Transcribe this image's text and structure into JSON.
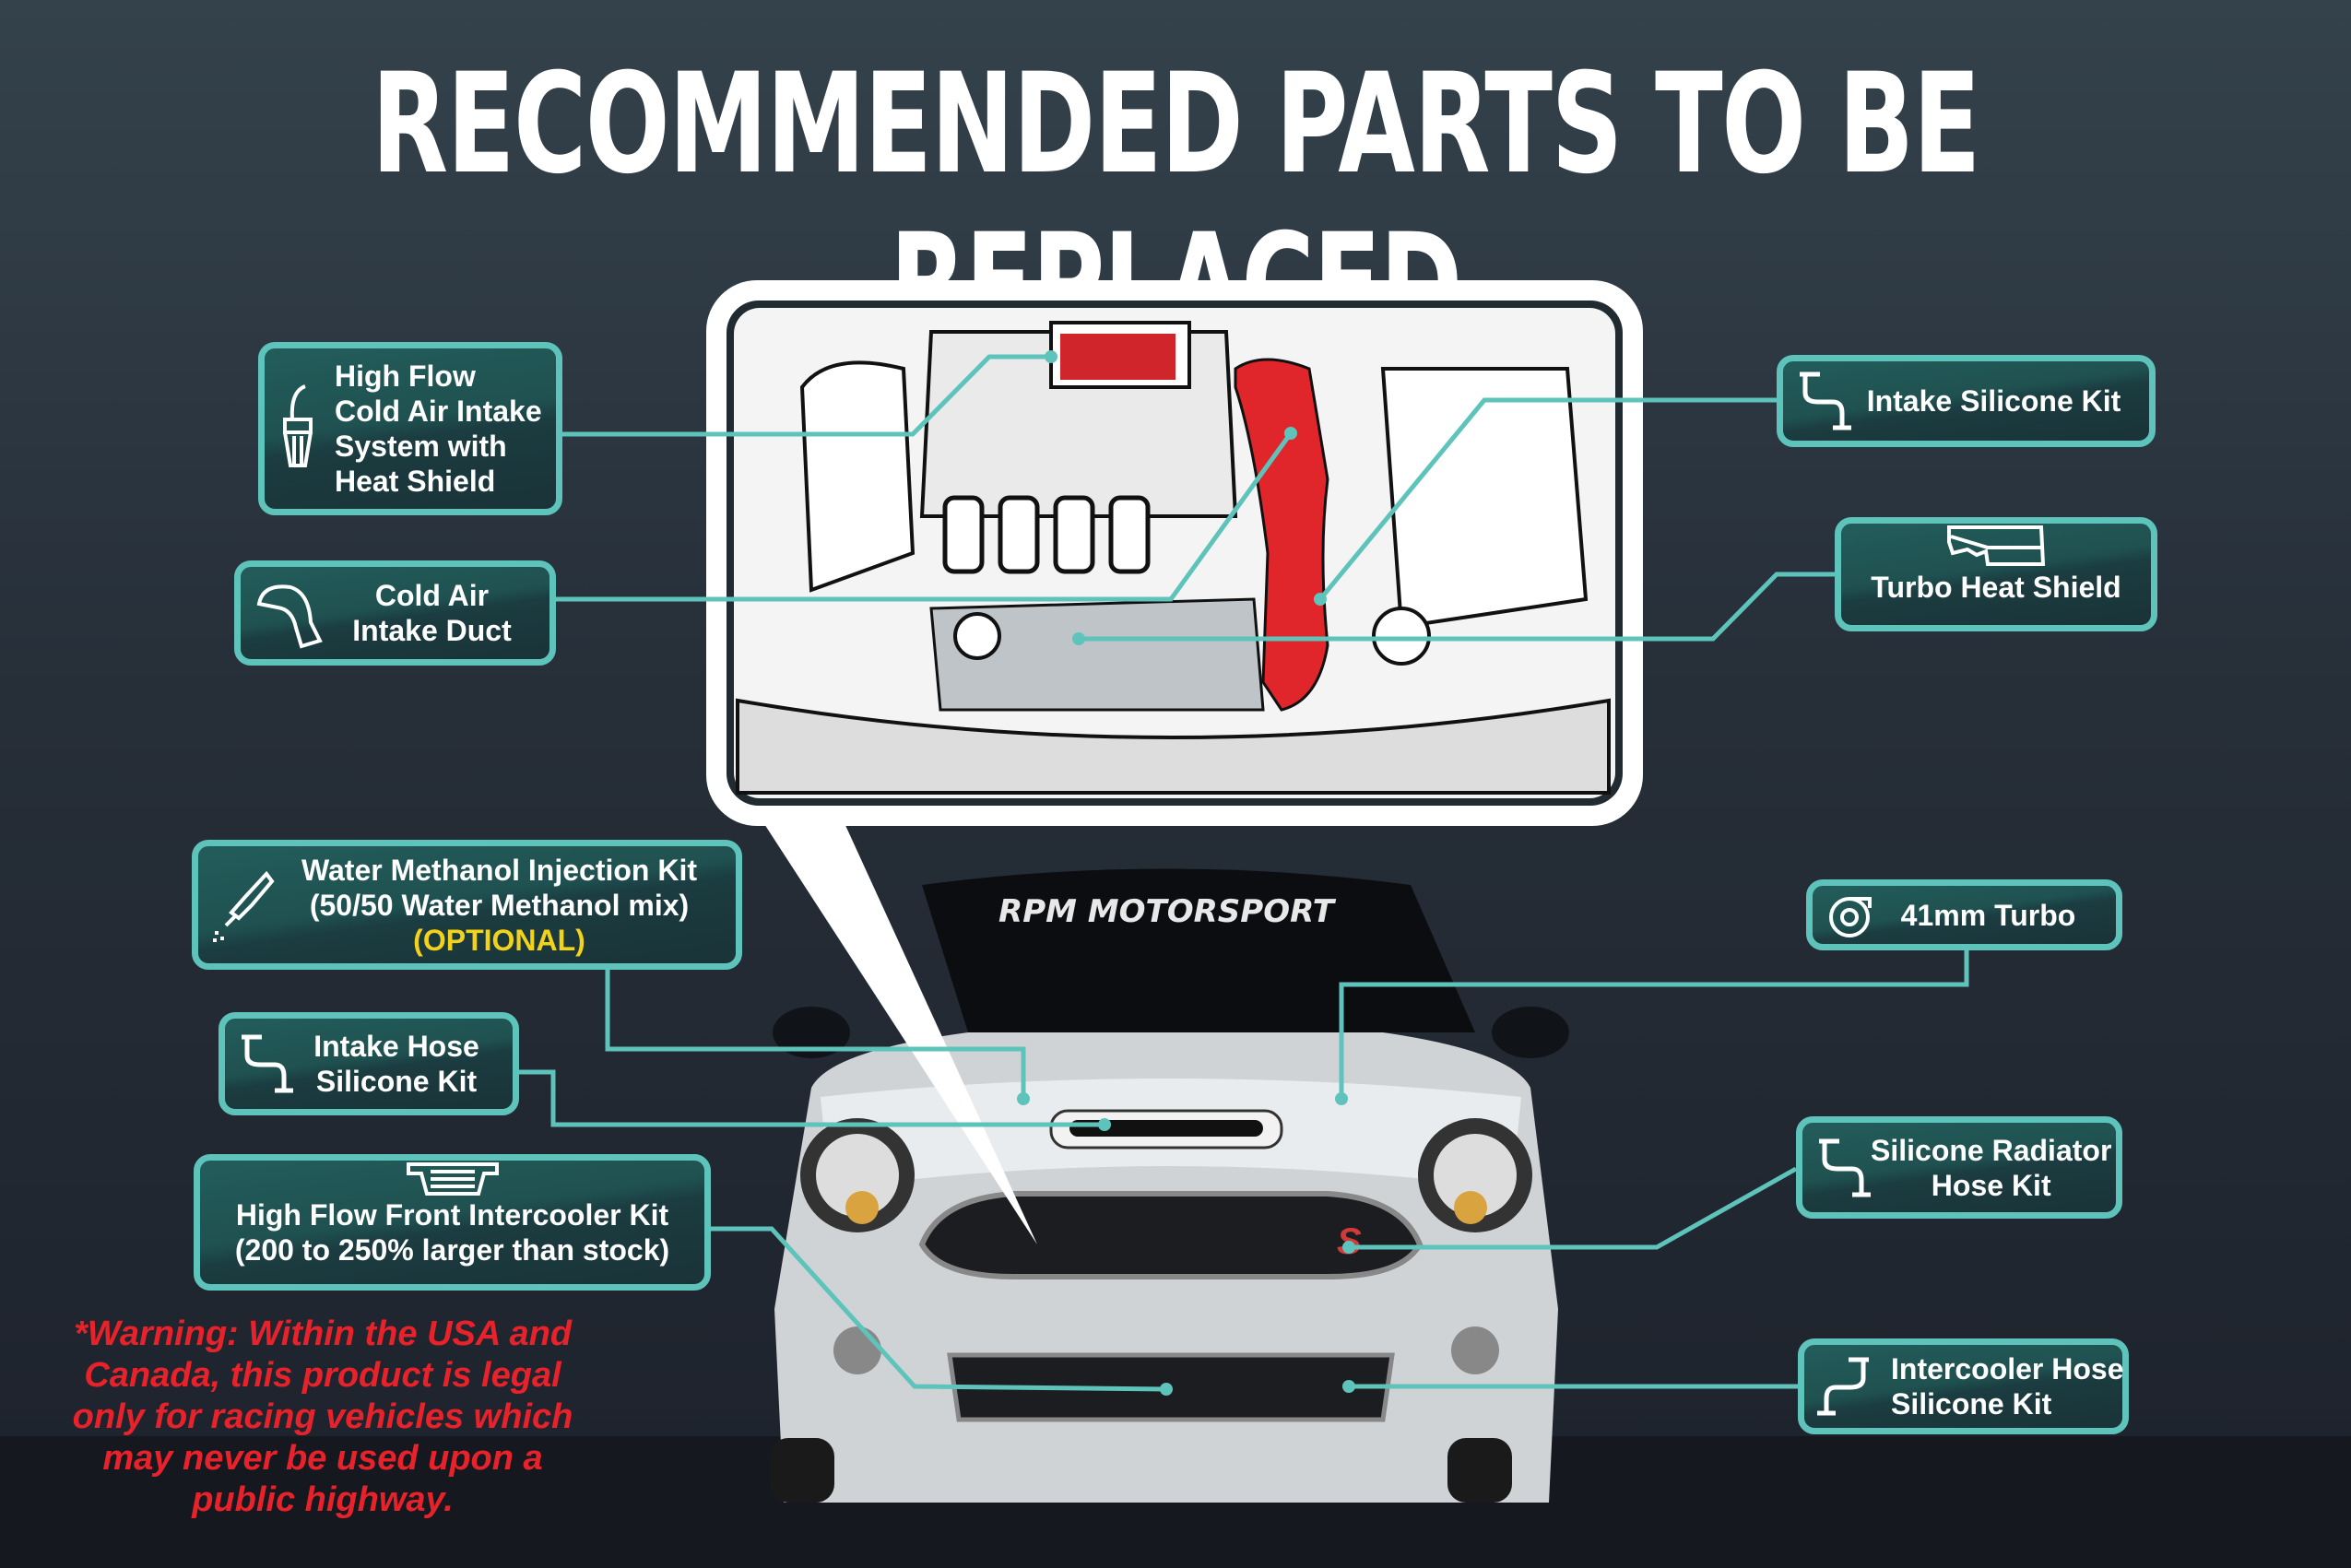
{
  "title": "RECOMMENDED PARTS TO BE REPLACED",
  "windshield_logo": "RPM MOTORSPORT",
  "badge_letter": "S",
  "colors": {
    "accent": "#5ec4bb",
    "optional": "#f2d21b",
    "warning": "#e8222b",
    "highlight_part": "#e0262a"
  },
  "boxes": [
    {
      "icon": "cold-air-filter-icon",
      "lines": [
        "High Flow",
        "Cold Air Intake",
        "System with",
        "Heat Shield"
      ]
    },
    {
      "icon": "elbow-duct-icon",
      "lines": [
        "Cold Air",
        "Intake Duct"
      ]
    },
    {
      "icon": "silicone-hose-icon",
      "lines": [
        "Intake Silicone Kit"
      ]
    },
    {
      "icon": "heat-shield-icon",
      "lines": [
        "Turbo Heat Shield"
      ]
    },
    {
      "icon": "injector-icon",
      "lines": [
        "Water Methanol Injection Kit",
        "(50/50 Water Methanol mix)",
        "(OPTIONAL)"
      ]
    },
    {
      "icon": "silicone-hose-icon",
      "lines": [
        "Intake Hose",
        "Silicone Kit"
      ]
    },
    {
      "icon": "intercooler-icon",
      "lines": [
        "High Flow Front Intercooler Kit",
        "(200 to 250% larger than stock)"
      ]
    },
    {
      "icon": "turbo-icon",
      "lines": [
        "41mm Turbo"
      ]
    },
    {
      "icon": "silicone-hose-icon",
      "lines": [
        "Silicone Radiator",
        "Hose Kit"
      ]
    },
    {
      "icon": "silicone-hose-icon",
      "lines": [
        "Intercooler Hose",
        "Silicone Kit"
      ]
    }
  ],
  "warning": {
    "prefix": "*Warning: Within the USA and Canada, this product is legal",
    "only": "only",
    "mid": " for racing vehicles which may ",
    "never": "never",
    "suffix": " be used upon a public highway."
  }
}
